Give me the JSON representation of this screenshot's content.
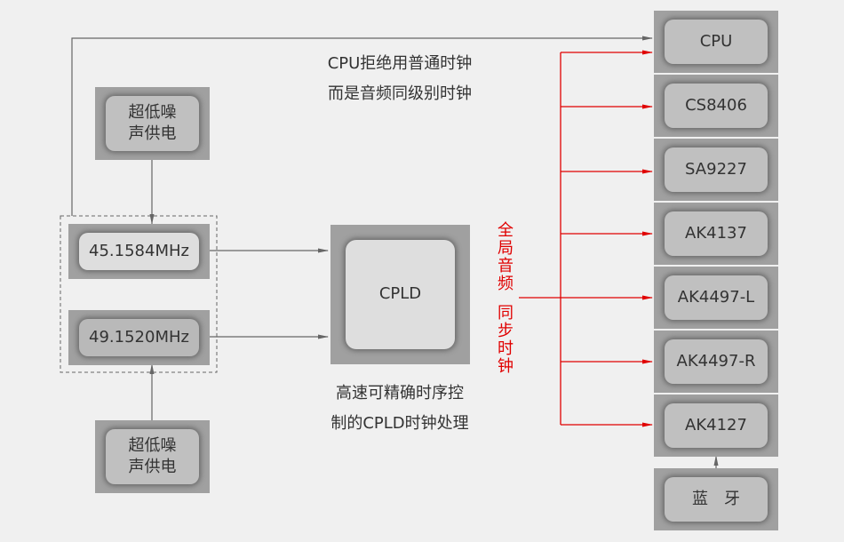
{
  "colors": {
    "background": "#f0f0f0",
    "block_frame": "#a0a0a0",
    "chip": "#c0c0c0",
    "wire": "#666666",
    "sync_bus": "#e00000"
  },
  "power_supply_top": {
    "line1": "超低噪",
    "line2": "声供电"
  },
  "power_supply_bottom": {
    "line1": "超低噪",
    "line2": "声供电"
  },
  "oscillators": [
    {
      "label": "45.1584MHz"
    },
    {
      "label": "49.1520MHz"
    }
  ],
  "cpld": {
    "label": "CPLD"
  },
  "cpu_caption": {
    "line1": "CPU拒绝用普通时钟",
    "line2": "而是音频同级别时钟"
  },
  "cpld_caption": {
    "line1": "高速可精确时序控",
    "line2": "制的CPLD时钟处理"
  },
  "sync_label": {
    "part1": [
      "全",
      "局",
      "音",
      "频"
    ],
    "part2": [
      "同",
      "步",
      "时",
      "钟"
    ]
  },
  "targets": [
    {
      "label": "CPU"
    },
    {
      "label": "CS8406"
    },
    {
      "label": "SA9227"
    },
    {
      "label": "AK4137"
    },
    {
      "label": "AK4497-L"
    },
    {
      "label": "AK4497-R"
    },
    {
      "label": "AK4127"
    }
  ],
  "bluetooth": {
    "label": "蓝　牙"
  }
}
